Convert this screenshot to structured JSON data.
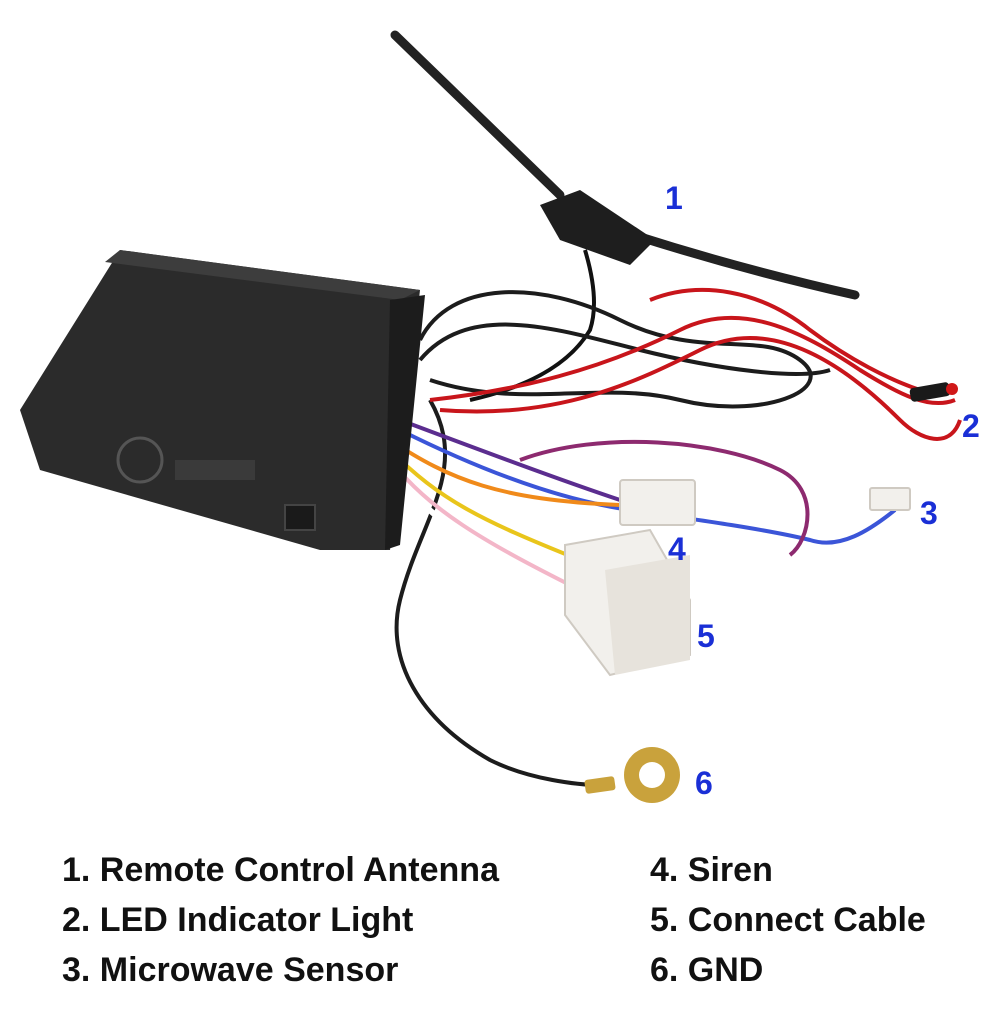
{
  "colors": {
    "callout": "#1a2fd6",
    "legend_text": "#111111",
    "background": "#ffffff",
    "unit_body": "#2b2b2b",
    "red_wire": "#c8151b",
    "black_wire": "#1c1c1c",
    "connector": "#f2f0ec",
    "ring_terminal": "#c9a23c"
  },
  "callouts": [
    "1",
    "2",
    "3",
    "4",
    "5",
    "6"
  ],
  "legend": {
    "left": [
      "1. Remote Control Antenna",
      "2. LED Indicator Light",
      "3. Microwave Sensor"
    ],
    "right": [
      "4. Siren",
      "5. Connect Cable",
      "6. GND"
    ]
  }
}
